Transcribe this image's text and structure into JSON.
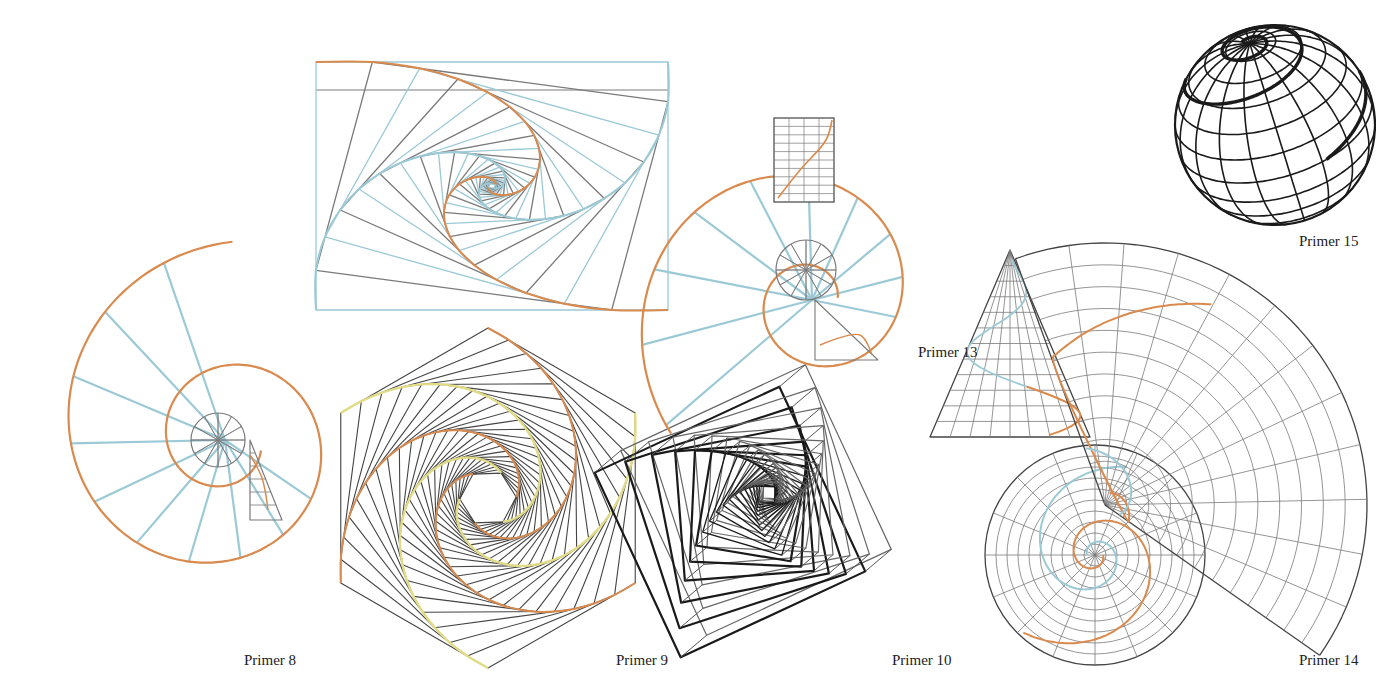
{
  "diagram": {
    "labels": [
      "Primer 8",
      "Primer 9",
      "Primer 10",
      "Primer 13",
      "Primer 14",
      "Primer 15"
    ]
  }
}
